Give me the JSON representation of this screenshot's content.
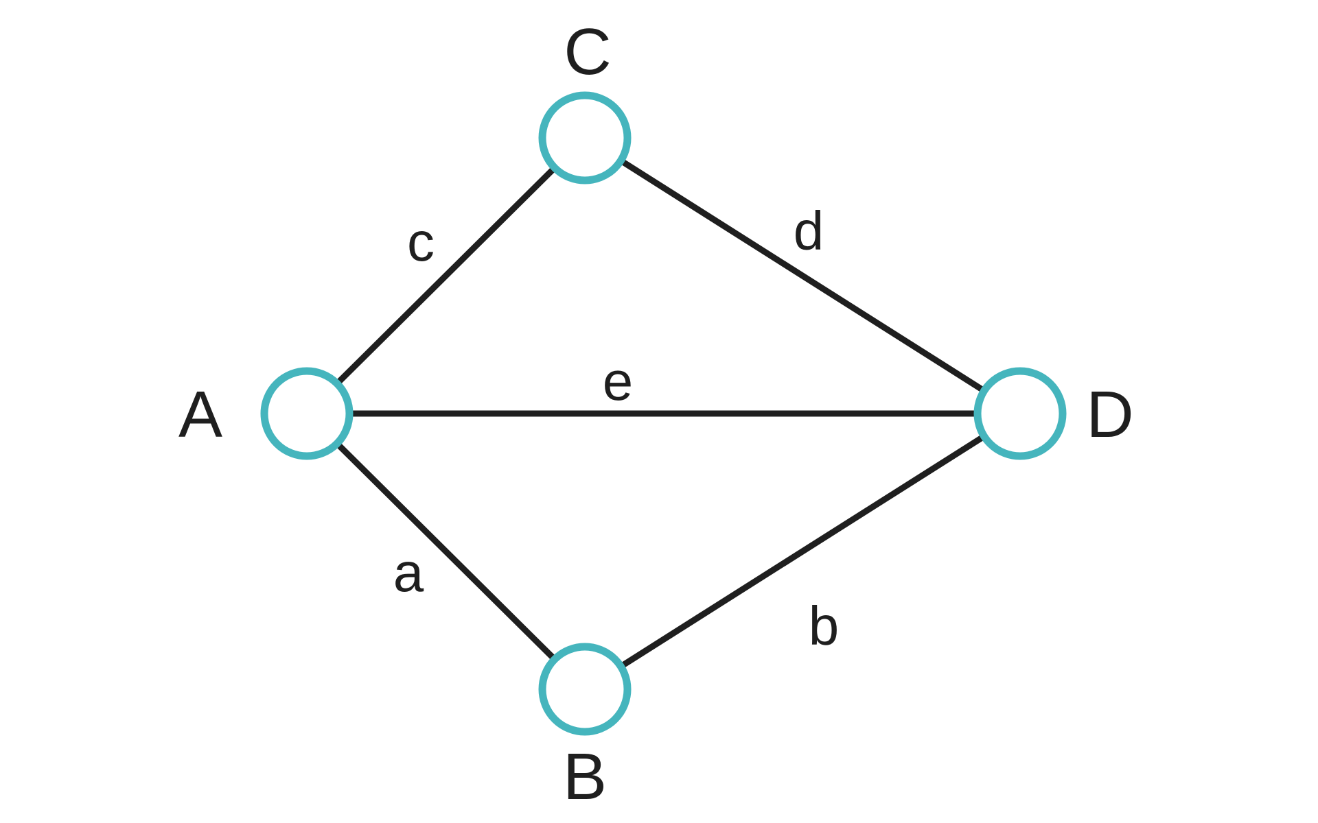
{
  "graph": {
    "nodes": [
      {
        "id": "A",
        "label": "A"
      },
      {
        "id": "B",
        "label": "B"
      },
      {
        "id": "C",
        "label": "C"
      },
      {
        "id": "D",
        "label": "D"
      }
    ],
    "edges": [
      {
        "id": "a",
        "from": "A",
        "to": "B",
        "label": "a"
      },
      {
        "id": "b",
        "from": "B",
        "to": "D",
        "label": "b"
      },
      {
        "id": "c",
        "from": "A",
        "to": "C",
        "label": "c"
      },
      {
        "id": "d",
        "from": "C",
        "to": "D",
        "label": "d"
      },
      {
        "id": "e",
        "from": "A",
        "to": "D",
        "label": "e"
      }
    ]
  },
  "colors": {
    "node_stroke": "#45b5bd",
    "node_fill": "#ffffff",
    "edge_stroke": "#1f1f1f",
    "text": "#1f1f1f"
  }
}
